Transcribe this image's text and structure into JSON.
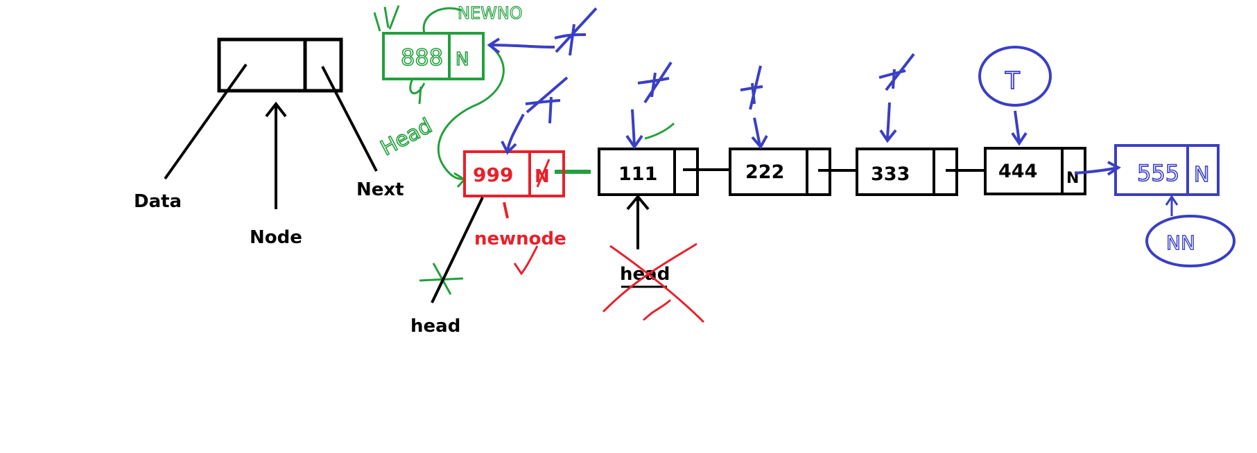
{
  "legend": {
    "data_label": "Data",
    "node_label": "Node",
    "next_label": "Next"
  },
  "new_node_top": {
    "value": "888",
    "next": "N",
    "tag": "NEWNO",
    "head_scribble": "Head"
  },
  "new_node": {
    "value": "999",
    "next": "N",
    "label": "newnode"
  },
  "head_labels": {
    "left": "head",
    "middle": "head"
  },
  "nodes": [
    {
      "value": "111"
    },
    {
      "value": "222"
    },
    {
      "value": "333"
    },
    {
      "value": "444",
      "next": "N"
    }
  ],
  "tail_node": {
    "value": "555",
    "next": "N",
    "label": "NN"
  },
  "temp_marker": "T",
  "colors": {
    "black": "#000000",
    "green": "#22a03c",
    "red": "#e8202a",
    "blue": "#3a3fc4"
  }
}
